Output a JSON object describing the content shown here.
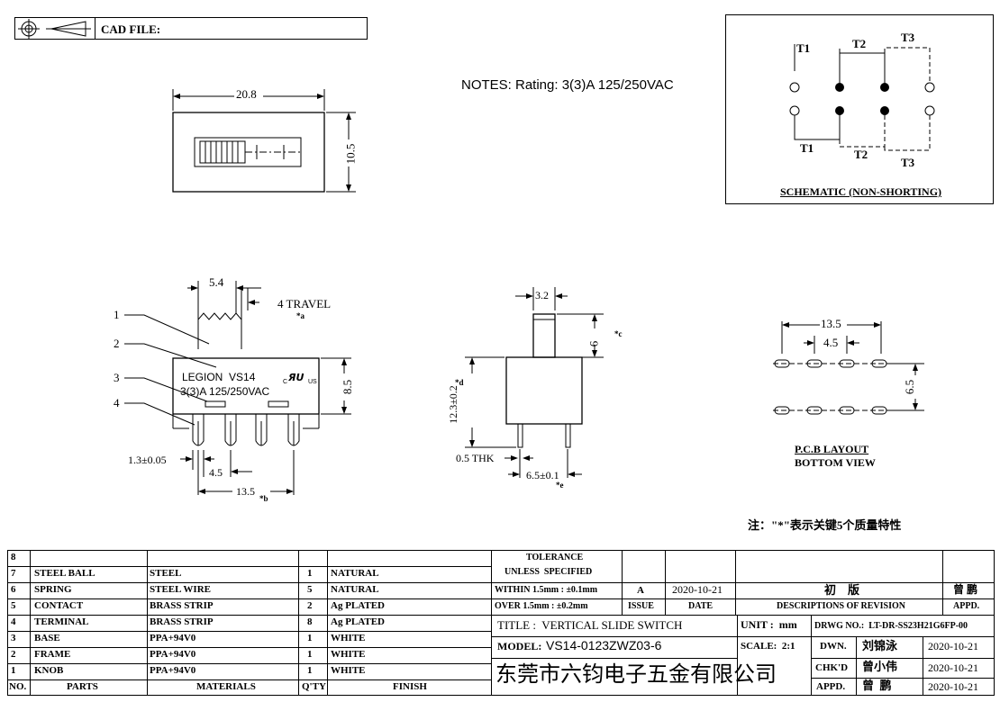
{
  "header": {
    "cad_file_label": "CAD FILE:"
  },
  "notes": {
    "rating": "NOTES: Rating: 3(3)A 125/250VAC"
  },
  "top_view": {
    "width_dim": "20.8",
    "height_dim": "10.5"
  },
  "schematic": {
    "title": "SCHEMATIC (NON-SHORTING)",
    "labels_top": [
      "T1",
      "T2",
      "T3"
    ],
    "labels_bottom": [
      "T1",
      "T2",
      "T3"
    ]
  },
  "front_view": {
    "callouts": [
      "1",
      "2",
      "3",
      "4"
    ],
    "dim_knob": "5.4",
    "travel": "4 TRAVEL",
    "travel_mark": "*a",
    "brand": "LEGION  VS14",
    "rating": "3(3)A 125/250VAC",
    "cert_prefix": "C",
    "cert_suffix": "US",
    "height_dim": "8.5",
    "pin_dia": "1.3±0.05",
    "pitch": "4.5",
    "span": "13.5",
    "span_mark": "*b"
  },
  "side_view": {
    "knob_w": "3.2",
    "knob_h": "6",
    "knob_mark": "*c",
    "body_h": "12.3±0.2",
    "body_mark": "*d",
    "thk": "0.5 THK",
    "pin_span": "6.5±0.1",
    "pin_mark": "*e"
  },
  "pcb": {
    "span": "13.5",
    "pitch": "4.5",
    "row_gap": "6.5",
    "title": "P.C.B LAYOUT",
    "subtitle": "BOTTOM VIEW"
  },
  "note_cn": "注：\"*\"表示关键5个质量特性",
  "bom": {
    "rows": [
      {
        "no": "8",
        "part": "",
        "material": "",
        "qty": "",
        "finish": ""
      },
      {
        "no": "7",
        "part": "STEEL BALL",
        "material": "STEEL",
        "qty": "1",
        "finish": "NATURAL"
      },
      {
        "no": "6",
        "part": "SPRING",
        "material": "STEEL WIRE",
        "qty": "5",
        "finish": "NATURAL"
      },
      {
        "no": "5",
        "part": "CONTACT",
        "material": "BRASS STRIP",
        "qty": "2",
        "finish": "Ag PLATED"
      },
      {
        "no": "4",
        "part": "TERMINAL",
        "material": "BRASS STRIP",
        "qty": "8",
        "finish": "Ag PLATED"
      },
      {
        "no": "3",
        "part": "BASE",
        "material": "PPA+94V0",
        "qty": "1",
        "finish": "WHITE"
      },
      {
        "no": "2",
        "part": "FRAME",
        "material": "PPA+94V0",
        "qty": "1",
        "finish": "WHITE"
      },
      {
        "no": "1",
        "part": "KNOB",
        "material": "PPA+94V0",
        "qty": "1",
        "finish": "WHITE"
      }
    ],
    "headers": {
      "no": "NO.",
      "part": "PARTS",
      "material": "MATERIALS",
      "qty": "Q'TY",
      "finish": "FINISH"
    }
  },
  "title_block": {
    "tolerance": "TOLERANCE",
    "unless": "UNLESS  SPECIFIED",
    "within": "WITHIN 1.5mm : ±0.1mm",
    "over": "OVER 1.5mm : ±0.2mm",
    "issue_val": "A",
    "issue_date": "2020-10-21",
    "issue_label": "ISSUE",
    "date_label": "DATE",
    "rev_desc": "初    版",
    "rev_label": "DESCRIPTIONS OF REVISION",
    "appd_label": "APPD.",
    "appd_name": "曾 鹏",
    "title": "TITLE :  VERTICAL SLIDE SWITCH",
    "model_label": "MODEL:",
    "model": "VS14-0123ZWZ03-6",
    "company": "东莞市六钧电子五金有限公司",
    "unit": "UNIT :  mm",
    "scale": "SCALE:  2:1",
    "dwg_no": "DRWG NO.:  LT-DR-SS23H21G6FP-00",
    "dwn_label": "DWN.",
    "dwn_name": "刘锦泳",
    "dwn_date": "2020-10-21",
    "chkd_label": "CHK'D",
    "chkd_name": "曾小伟",
    "chkd_date": "2020-10-21",
    "appd2_label": "APPD.",
    "appd2_name": "曾  鹏",
    "appd2_date": "2020-10-21"
  }
}
